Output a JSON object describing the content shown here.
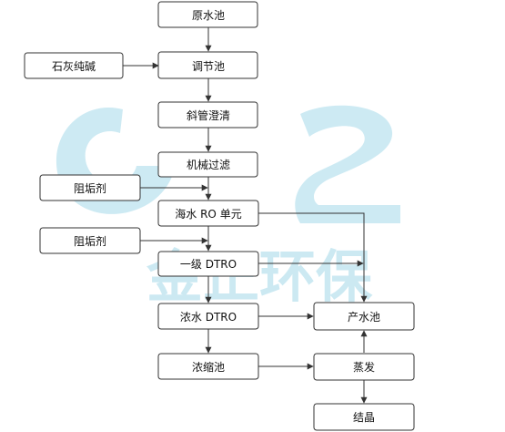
{
  "diagram": {
    "nodes": {
      "raw_pool": "原水池",
      "lime_soda": "石灰纯碱",
      "adjust_pool": "调节池",
      "inclined_tube": "斜管澄清",
      "mech_filter": "机械过滤",
      "antiscalant_1": "阻垢剂",
      "seawater_ro": "海水 RO 单元",
      "antiscalant_2": "阻垢剂",
      "dtro_stage1": "一级 DTRO",
      "conc_dtro": "浓水 DTRO",
      "product_pool": "产水池",
      "concentrate_pool": "浓缩池",
      "evaporation": "蒸发",
      "crystal": "结晶"
    },
    "watermark": {
      "text": "金正环保",
      "color": "#1aa0c8"
    }
  }
}
